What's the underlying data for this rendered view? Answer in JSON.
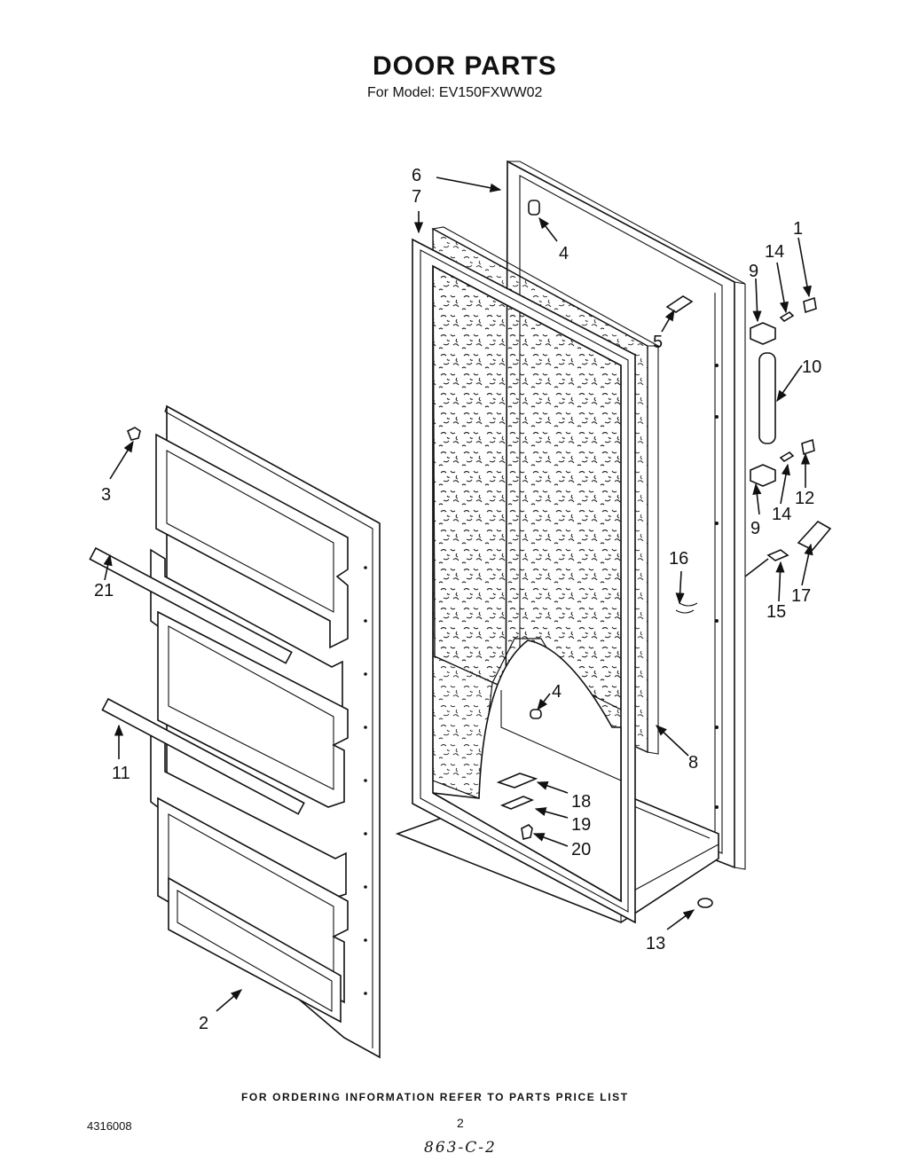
{
  "header": {
    "title": "DOOR PARTS",
    "subtitle": "For Model: EV150FXWW02"
  },
  "footer": {
    "ordering_note": "FOR ORDERING INFORMATION REFER TO PARTS PRICE LIST",
    "document_number": "4316008",
    "page_number": "2",
    "handwritten_note": "863-C-2"
  },
  "callouts": {
    "c1": "1",
    "c2": "2",
    "c3": "3",
    "c4a": "4",
    "c4b": "4",
    "c5": "5",
    "c6": "6",
    "c7": "7",
    "c8": "8",
    "c9a": "9",
    "c9b": "9",
    "c10": "10",
    "c11": "11",
    "c12": "12",
    "c13": "13",
    "c14a": "14",
    "c14b": "14",
    "c15": "15",
    "c16": "16",
    "c17": "17",
    "c18": "18",
    "c19": "19",
    "c20": "20",
    "c21": "21"
  }
}
